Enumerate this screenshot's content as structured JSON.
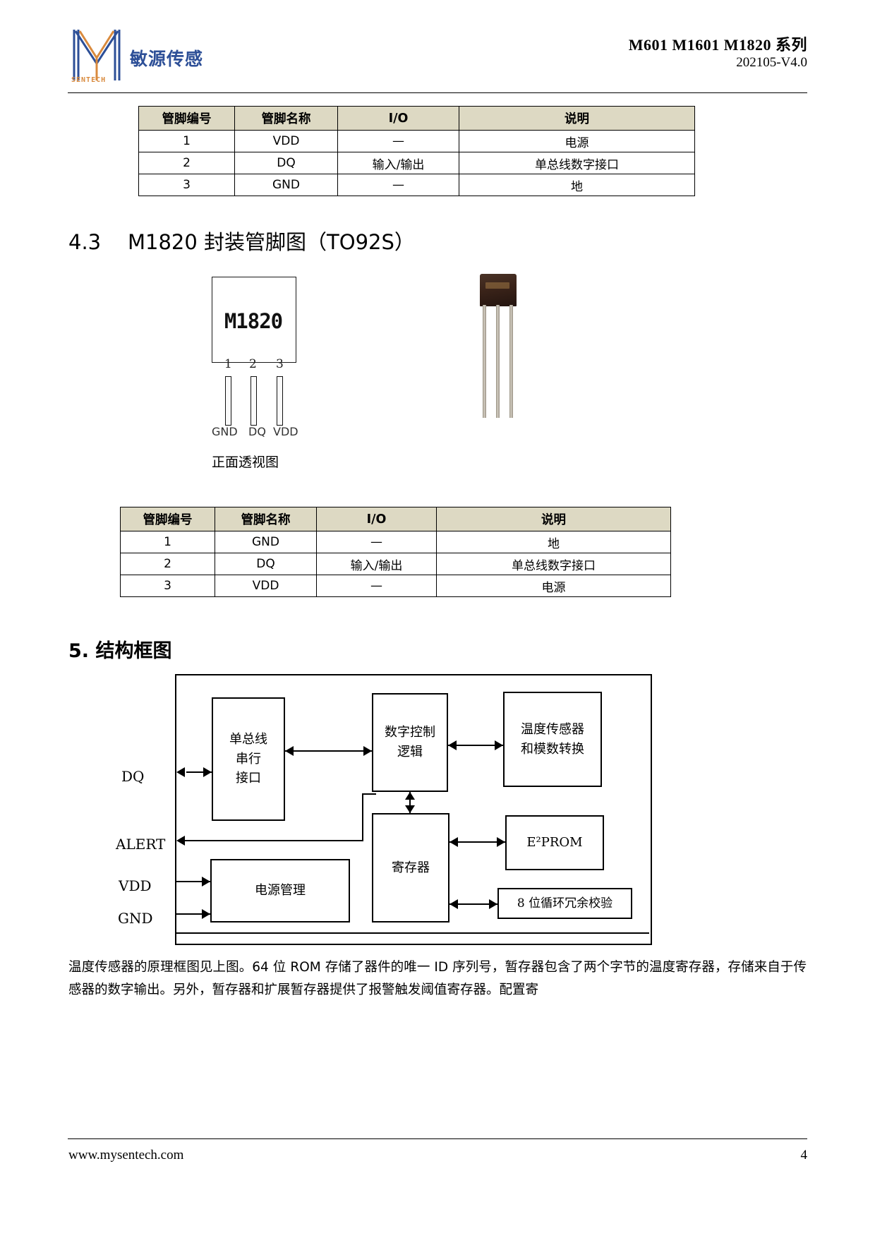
{
  "header": {
    "logo_cn": "敏源传感",
    "logo_wordmark": "SENTECH",
    "title": "M601 M1601 M1820 系列",
    "version": "202105-V4.0"
  },
  "table1": {
    "columns": [
      "管脚编号",
      "管脚名称",
      "I/O",
      "说明"
    ],
    "rows": [
      [
        "1",
        "VDD",
        "—",
        "电源"
      ],
      [
        "2",
        "DQ",
        "输入/输出",
        "单总线数字接口"
      ],
      [
        "3",
        "GND",
        "—",
        "地"
      ]
    ]
  },
  "section43": {
    "number": "4.3",
    "title": "M1820 封装管脚图（TO92S）"
  },
  "package": {
    "part_label": "M1820",
    "pin_numbers": [
      "1",
      "2",
      "3"
    ],
    "pin_names": [
      "GND",
      "DQ",
      "VDD"
    ],
    "caption": "正面透视图"
  },
  "table2": {
    "columns": [
      "管脚编号",
      "管脚名称",
      "I/O",
      "说明"
    ],
    "rows": [
      [
        "1",
        "GND",
        "—",
        "地"
      ],
      [
        "2",
        "DQ",
        "输入/输出",
        "单总线数字接口"
      ],
      [
        "3",
        "VDD",
        "—",
        "电源"
      ]
    ]
  },
  "section5": {
    "title": "5. 结构框图"
  },
  "block_diagram": {
    "pins": [
      "DQ",
      "ALERT",
      "VDD",
      "GND"
    ],
    "blocks": {
      "serial_interface": [
        "单总线",
        "串行",
        "接口"
      ],
      "digital_logic": [
        "数字控制",
        "逻辑"
      ],
      "temp_sensor": [
        "温度传感器",
        "和模数转换"
      ],
      "registers": [
        "寄存器"
      ],
      "eeprom": "E²PROM",
      "crc": "8 位循环冗余校验",
      "power_mgmt": "电源管理"
    }
  },
  "body_paragraph": "温度传感器的原理框图见上图。64 位 ROM 存储了器件的唯一 ID 序列号，暂存器包含了两个字节的温度寄存器，存储来自于传感器的数字输出。另外，暂存器和扩展暂存器提供了报警触发阈值寄存器。配置寄",
  "footer": {
    "site": "www.mysentech.com",
    "page_number": "4"
  }
}
